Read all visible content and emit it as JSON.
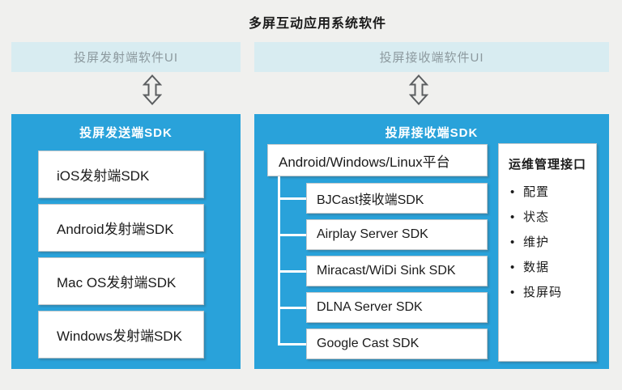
{
  "title": "多屏互动应用系统软件",
  "colors": {
    "page_background": "#f0f0ee",
    "ui_bar_background": "#d8ecf1",
    "ui_bar_text": "#8c999e",
    "sdk_panel_blue": "#29a2da",
    "box_background": "#ffffff",
    "box_border": "#c2c8cb",
    "text": "#1b1b1b",
    "arrow_stroke": "#5b5e60"
  },
  "sender_ui_bar": {
    "label": "投屏发射端软件UI"
  },
  "receiver_ui_bar": {
    "label": "投屏接收端软件UI"
  },
  "icons": {
    "left_arrow": "double-vertical-arrow",
    "right_arrow": "double-vertical-arrow"
  },
  "sender_sdk": {
    "title": "投屏发送端SDK",
    "items": [
      "iOS发射端SDK",
      "Android发射端SDK",
      "Mac OS发射端SDK",
      "Windows发射端SDK"
    ]
  },
  "receiver_sdk": {
    "title": "投屏接收端SDK",
    "platform": "Android/Windows/Linux平台",
    "children": [
      "BJCast接收端SDK",
      "Airplay Server SDK",
      "Miracast/WiDi Sink SDK",
      "DLNA Server SDK",
      "Google Cast SDK"
    ],
    "ops_panel": {
      "title": "运维管理接口",
      "bullets": [
        "配置",
        "状态",
        "维护",
        "数据",
        "投屏码"
      ]
    }
  }
}
